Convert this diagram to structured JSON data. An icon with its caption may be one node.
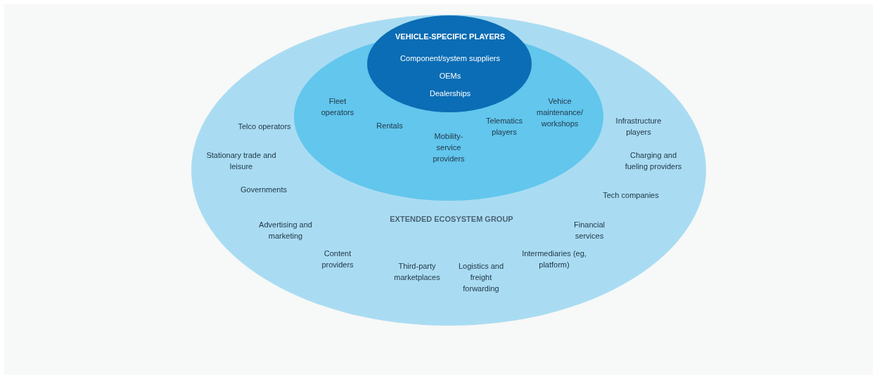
{
  "diagram": {
    "nodes": [
      {
        "text": [
          "Telco operators",
          "Infrastructure players",
          "Stationary trade and leisure",
          "Charging and fueling providers",
          "Governments",
          "Tech companies",
          "EXTENDED ECOSYSTEM GROUP",
          "Advertising and marketing",
          "Financial services",
          "Content providers",
          "Intermediaries (eg, platform)",
          "Third-party marketplaces",
          "Logistics and freight forwarding"
        ]
      },
      {
        "text": [
          "Fleet operators",
          "Rentals",
          "Mobility-service providers",
          "Telematics players",
          "Vehice maintenance/ workshops"
        ],
        "in": 0
      },
      {
        "text": [
          "VEHICLE-SPECIFIC PLAYERS",
          "Component/system suppliers",
          "OEMs",
          "Dealerships"
        ],
        "in": 0
      }
    ]
  }
}
